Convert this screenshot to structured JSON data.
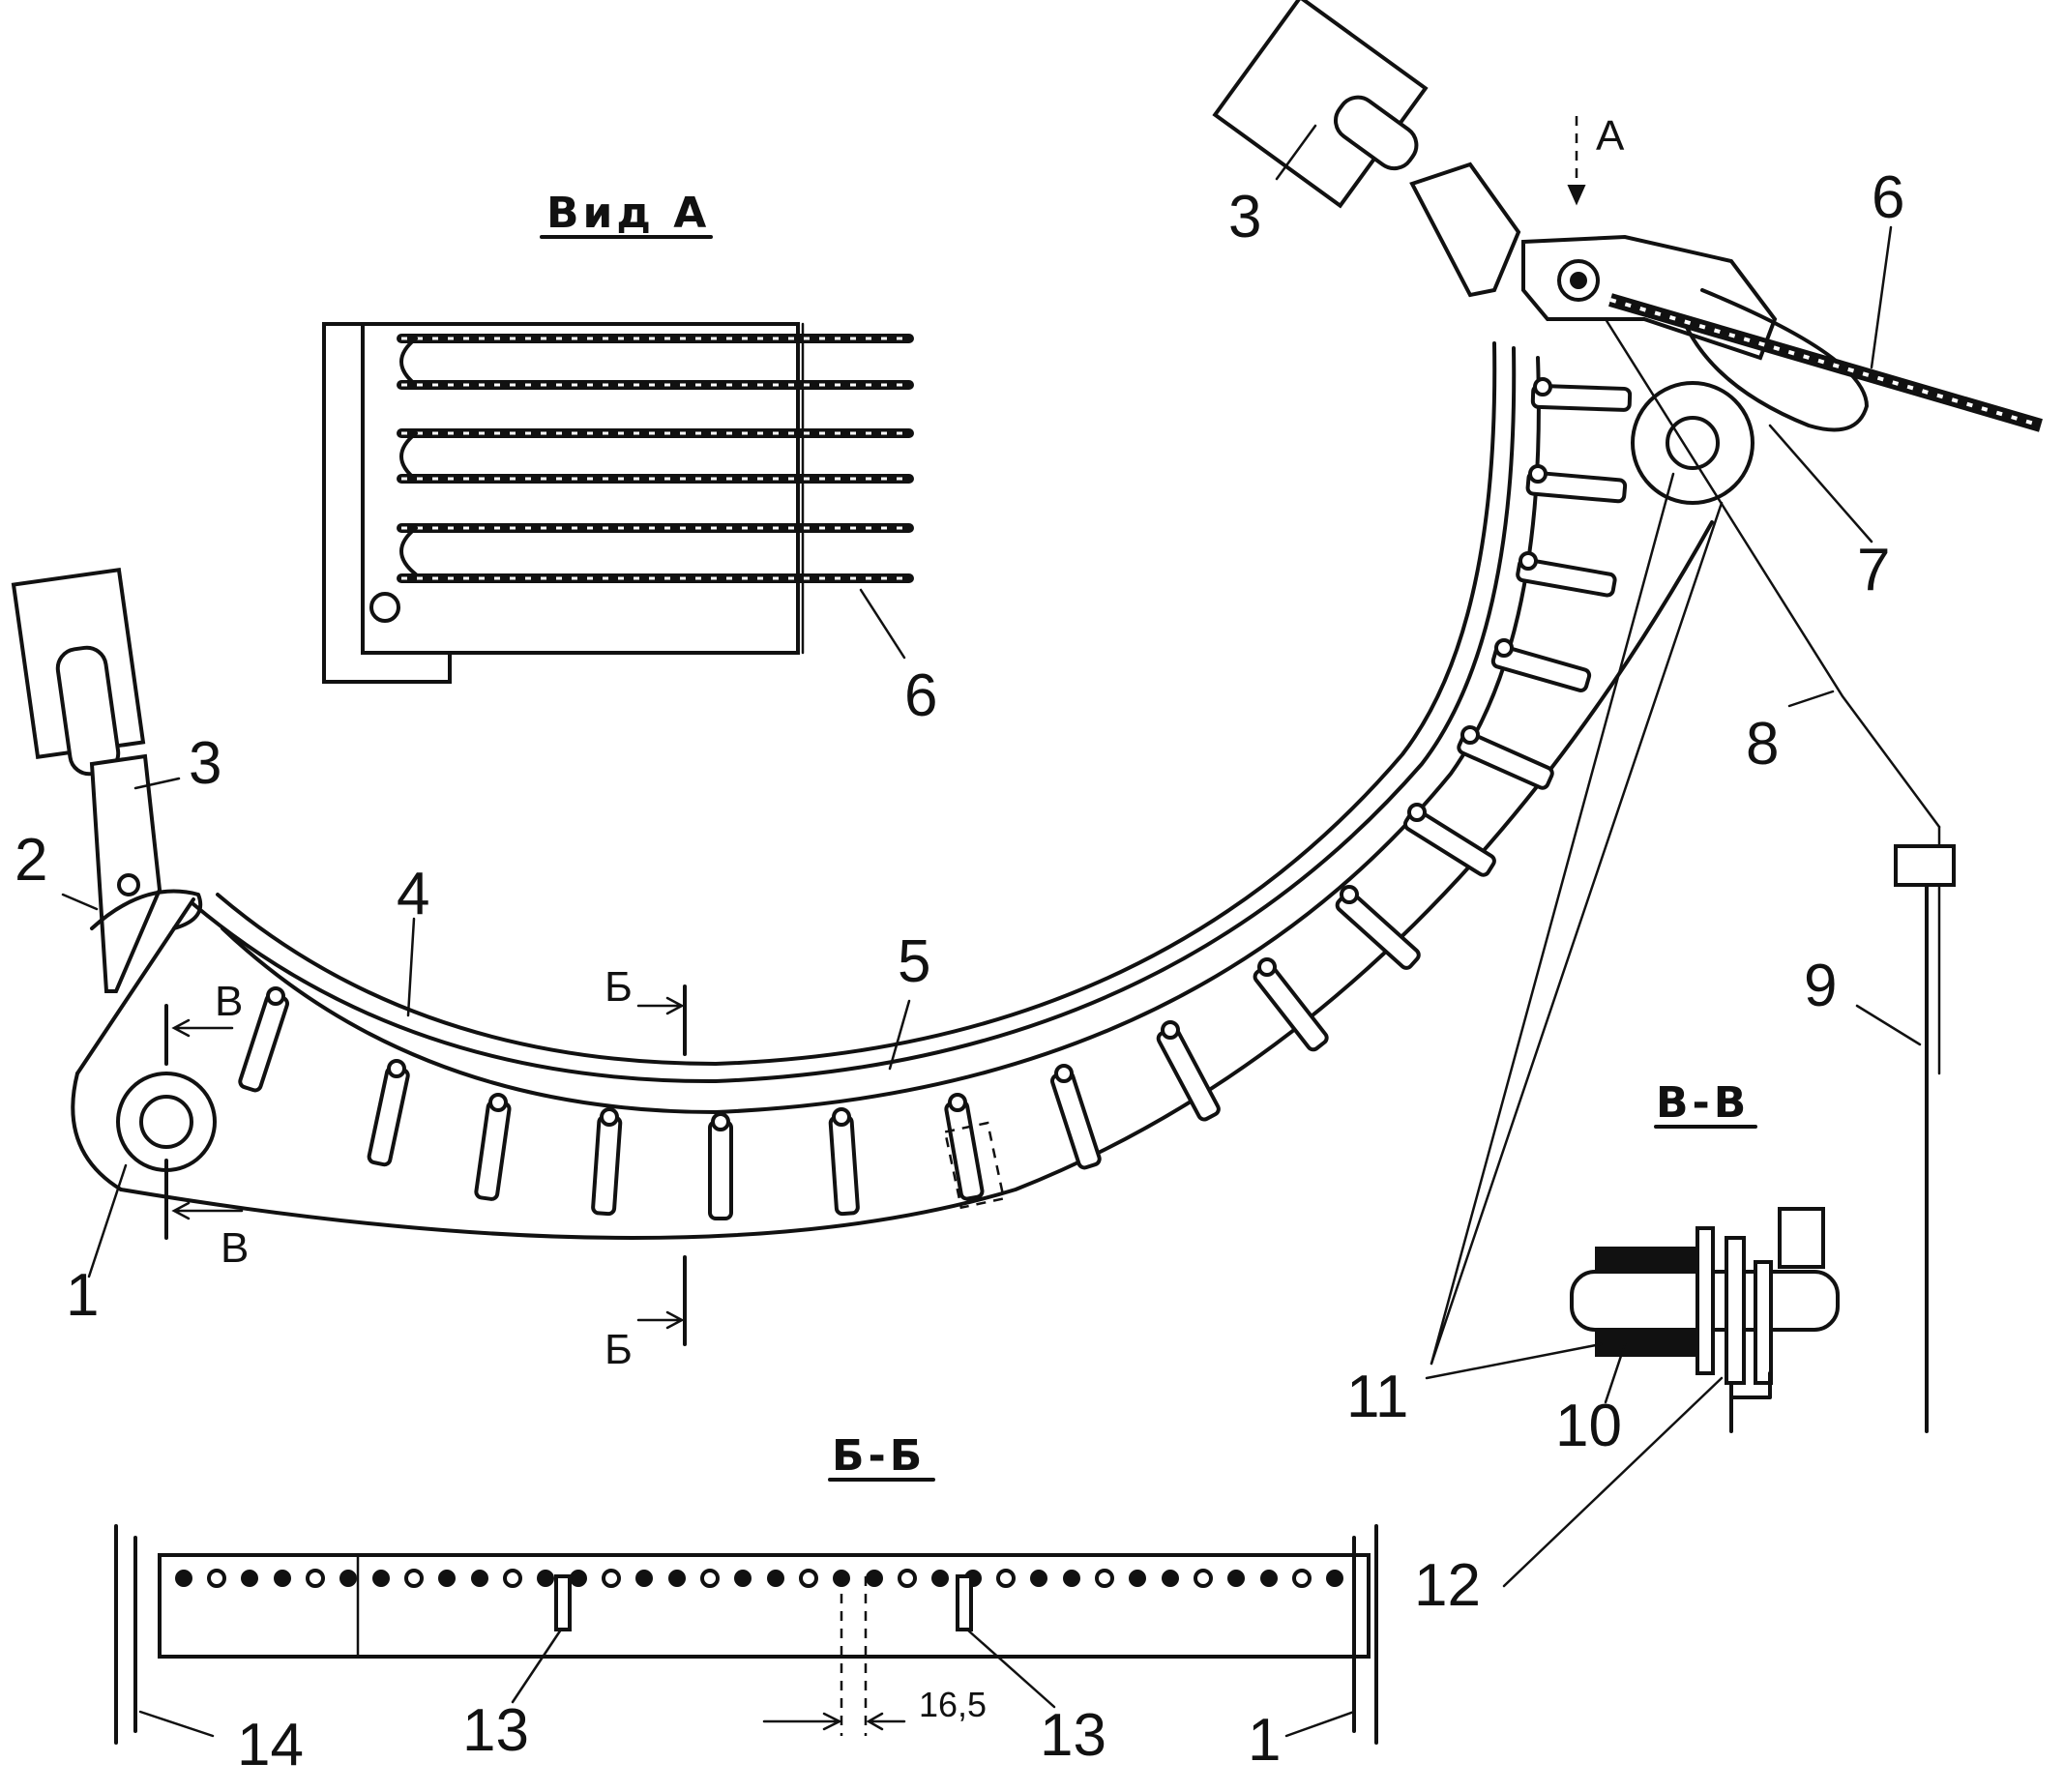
{
  "titles": {
    "view_a": "Вид А",
    "section_bb": "Б-Б",
    "section_vv": "В-В"
  },
  "view_arrow": "А",
  "section_markers": {
    "b_top": "Б",
    "b_bottom": "Б",
    "v_top": "В",
    "v_bottom": "В"
  },
  "part_labels": {
    "p1": "1",
    "p1_section": "1",
    "p2": "2",
    "p3_left": "3",
    "p3_right": "3",
    "p4": "4",
    "p5": "5",
    "p6_main": "6",
    "p6_view": "6",
    "p7": "7",
    "p8": "8",
    "p9": "9",
    "p10": "10",
    "p11": "11",
    "p12": "12",
    "p13_left": "13",
    "p13_right": "13",
    "p14": "14"
  },
  "dimension": "16,5"
}
